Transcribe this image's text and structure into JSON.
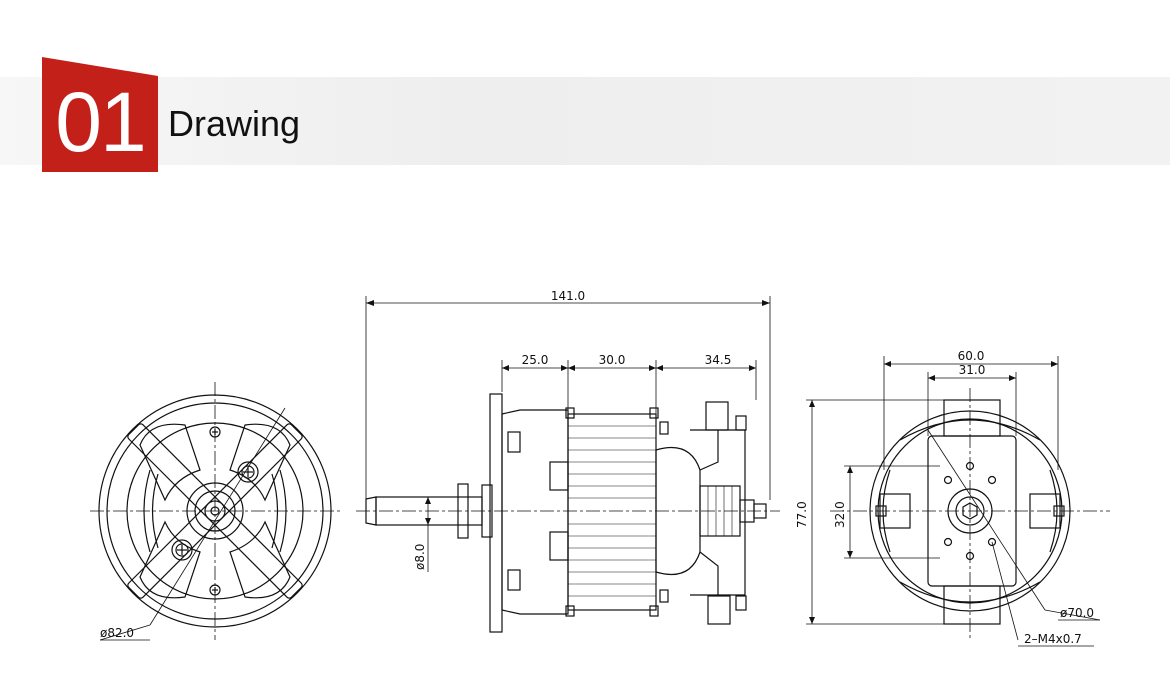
{
  "header": {
    "section_number": "01",
    "title": "Drawing",
    "accent_color": "#c22019"
  },
  "drawing": {
    "front_view": {
      "diameter_label": "ø82.0"
    },
    "side_view": {
      "overall_length": "141.0",
      "segment_1": "25.0",
      "segment_2": "30.0",
      "segment_3": "34.5",
      "shaft_diameter": "ø8.0"
    },
    "rear_view": {
      "width_outer": "60.0",
      "width_inner": "31.0",
      "height_total": "77.0",
      "height_inner": "32.0",
      "diameter_label": "ø70.0",
      "thread_label": "2–M4x0.7"
    }
  }
}
